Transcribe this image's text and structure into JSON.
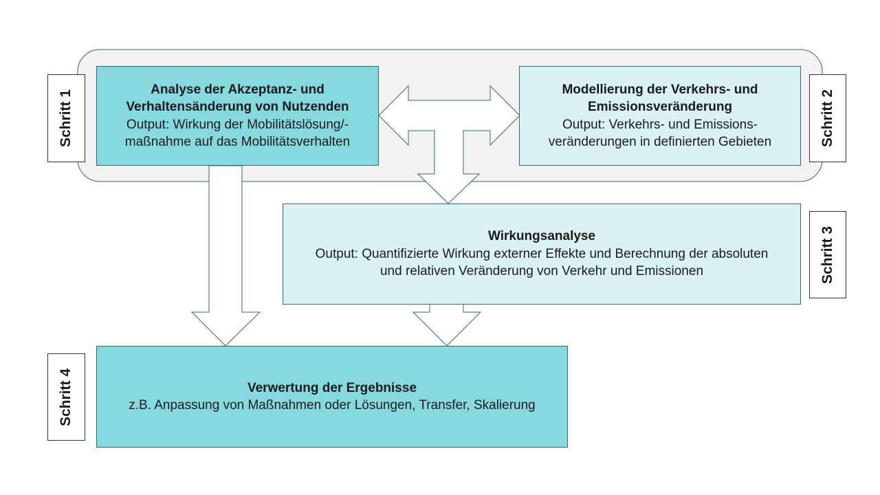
{
  "steps": {
    "s1": "Schritt 1",
    "s2": "Schritt 2",
    "s3": "Schritt 3",
    "s4": "Schritt 4"
  },
  "box1": {
    "title_1": "Analyse der Akzeptanz- und",
    "title_2": "Verhaltensänderung von Nutzenden",
    "out_1": "Output: Wirkung der Mobilitätslösung/-",
    "out_2": "maßnahme auf das Mobilitätsverhalten"
  },
  "box2": {
    "title_1": "Modellierung der Verkehrs- und",
    "title_2": "Emissionsveränderung",
    "out_1": "Output: Verkehrs- und Emissions-",
    "out_2": "veränderungen in definierten Gebieten"
  },
  "box3": {
    "title": "Wirkungsanalyse",
    "out_1": "Output: Quantifizierte Wirkung externer Effekte und Berechnung der absoluten",
    "out_2": "und relativen Veränderung von Verkehr und Emissionen"
  },
  "box4": {
    "title": "Verwertung der Ergebnisse",
    "out_1": "z.B. Anpassung von Maßnahmen oder Lösungen, Transfer, Skalierung"
  },
  "colors": {
    "dark_fill": "#86d9df",
    "light_fill": "#dbf2f4",
    "group_fill": "#f2f2f2",
    "border": "#2f6b6b"
  }
}
